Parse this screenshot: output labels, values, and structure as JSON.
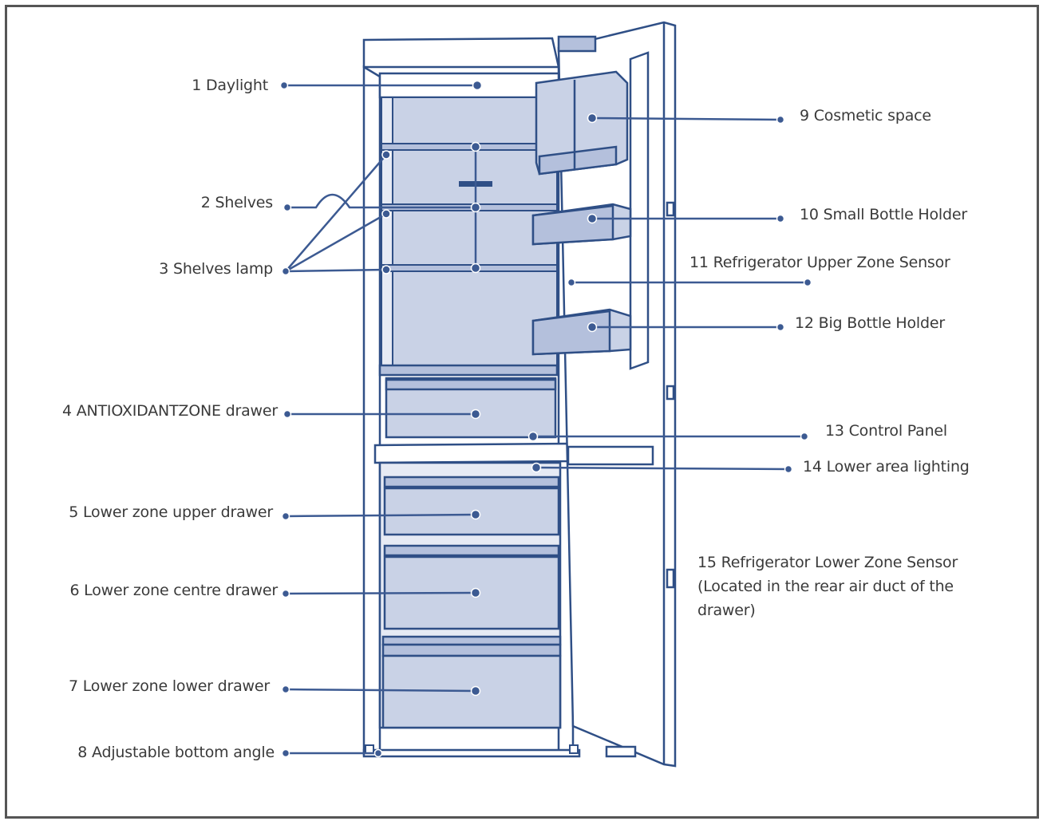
{
  "colors": {
    "outline": "#2f4f86",
    "fill": "#c9d2e6",
    "fill_dark": "#b4c0dc",
    "leader": "#3c5a92",
    "text": "#3a3a3a",
    "frame": "#555555"
  },
  "labels": {
    "daylight": "1 Daylight",
    "shelves": "2 Shelves",
    "shelves_lamp": "3 Shelves lamp",
    "antioxidant_drawer": "4 ANTIOXIDANTZONE drawer",
    "lower_upper_drawer": "5 Lower zone upper drawer",
    "lower_centre_drawer": "6 Lower zone centre drawer",
    "lower_lower_drawer": "7 Lower zone lower drawer",
    "bottom_angle": "8 Adjustable bottom angle",
    "cosmetic_space": "9 Cosmetic space",
    "small_bottle_holder": "10 Small Bottle Holder",
    "upper_zone_sensor": "11 Refrigerator Upper Zone Sensor",
    "big_bottle_holder": "12 Big Bottle Holder",
    "control_panel": "13 Control Panel",
    "lower_area_lighting": "14 Lower area lighting",
    "lower_zone_sensor": "15 Refrigerator Lower Zone Sensor (Located in the rear air duct of the drawer)"
  }
}
